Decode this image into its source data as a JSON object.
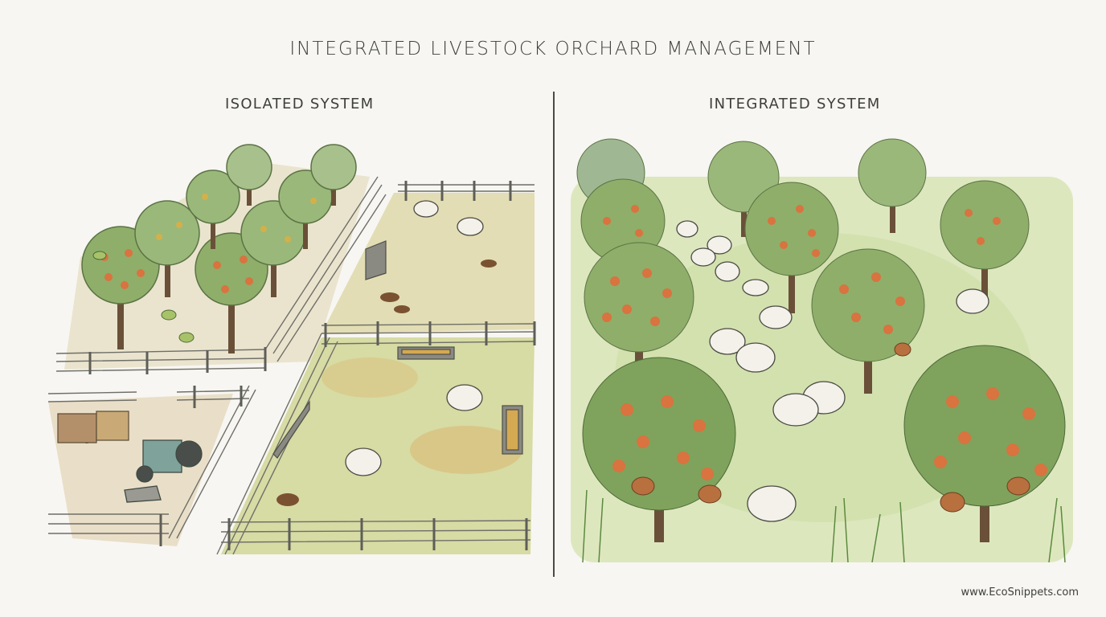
{
  "title": "INTEGRATED LIVESTOCK ORCHARD MANAGEMENT",
  "panels": {
    "left": {
      "label": "ISOLATED SYSTEM",
      "elements": [
        "orchard-trees-with-pests",
        "fenced-sheep-pasture",
        "feed-troughs",
        "manure-piles",
        "tractor",
        "feed-crates"
      ]
    },
    "right": {
      "label": "INTEGRATED SYSTEM",
      "elements": [
        "orchard-trees-with-fruit",
        "grazing-sheep",
        "chickens",
        "undergrowth-plants"
      ]
    }
  },
  "footer": {
    "url": "www.EcoSnippets.com"
  },
  "colors": {
    "background": "#f7f6f2",
    "text": "#3e3e3a",
    "foliage": "#8fae6a",
    "fruit": "#d9733f",
    "pasture": "#dfdcae",
    "sheep": "#f4f1ea",
    "chicken": "#b8703f"
  }
}
